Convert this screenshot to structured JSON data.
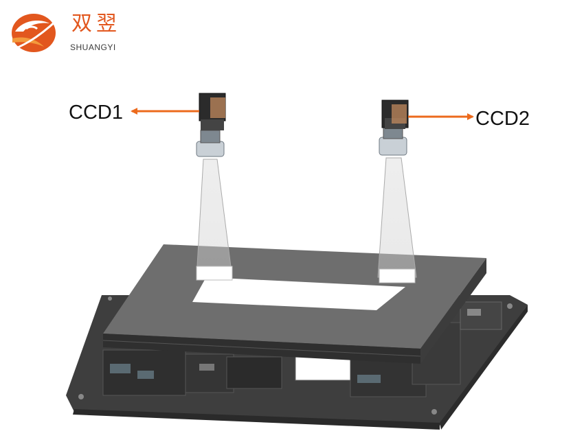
{
  "logo": {
    "name_cn": "双翌",
    "name_en": "SHUANGYI",
    "icon": "shuangyi-swirl-logo",
    "colors": {
      "primary": "#e2571e",
      "secondary": "#f39a3c"
    }
  },
  "cameras": [
    {
      "label": "CCD1"
    },
    {
      "label": "CCD2"
    }
  ],
  "colors": {
    "arrow": "#ec6a1c",
    "platform_top": "#6b6b6b",
    "platform_dark": "#3a3a3a",
    "base": "#4a4a4a",
    "sheet": "#ffffff"
  }
}
